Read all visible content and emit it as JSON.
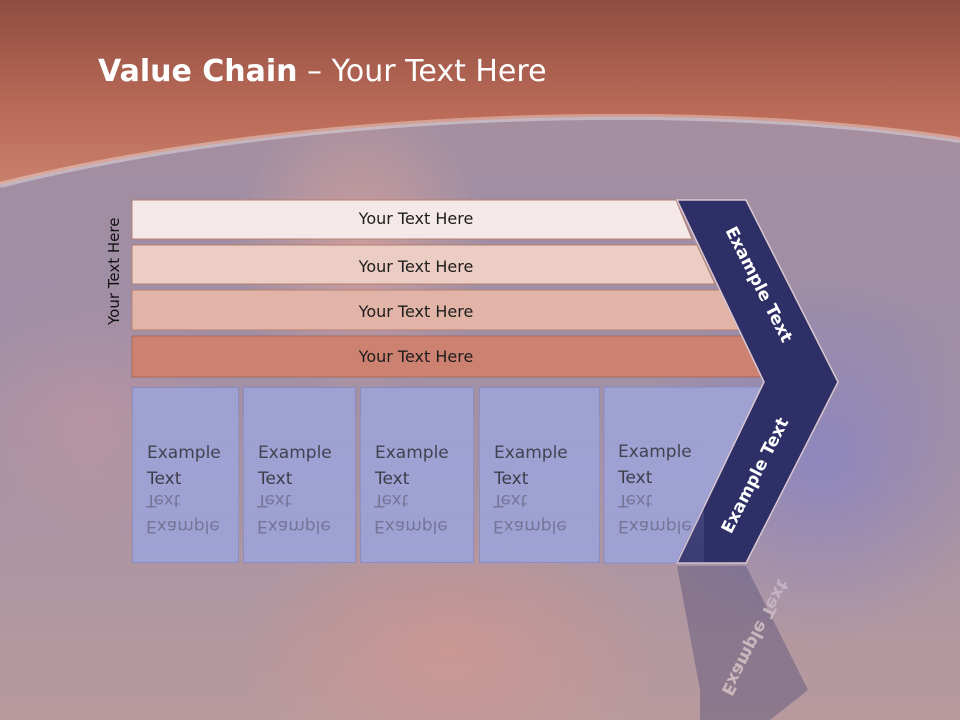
{
  "title": {
    "bold": "Value Chain",
    "rest": " – Your Text Here"
  },
  "side_label": "Your Text Here",
  "support_bars": [
    "Your Text Here",
    "Your Text Here",
    "Your Text Here",
    "Your Text Here"
  ],
  "primary_boxes": [
    {
      "line1": "Example",
      "line2": "Text"
    },
    {
      "line1": "Example",
      "line2": "Text"
    },
    {
      "line1": "Example",
      "line2": "Text"
    },
    {
      "line1": "Example",
      "line2": "Text"
    },
    {
      "line1": "Example",
      "line2": "Text"
    }
  ],
  "chevron": {
    "upper": "Example Text",
    "lower": "Example Text"
  },
  "colors": {
    "header": "#c06e5c",
    "bar1": "#f4e8e8",
    "bar2": "#ebcdc4",
    "bar3": "#e2b4a7",
    "bar4": "#cd8271",
    "box": "#9fa1d3",
    "chevron": "#2d2f66"
  }
}
